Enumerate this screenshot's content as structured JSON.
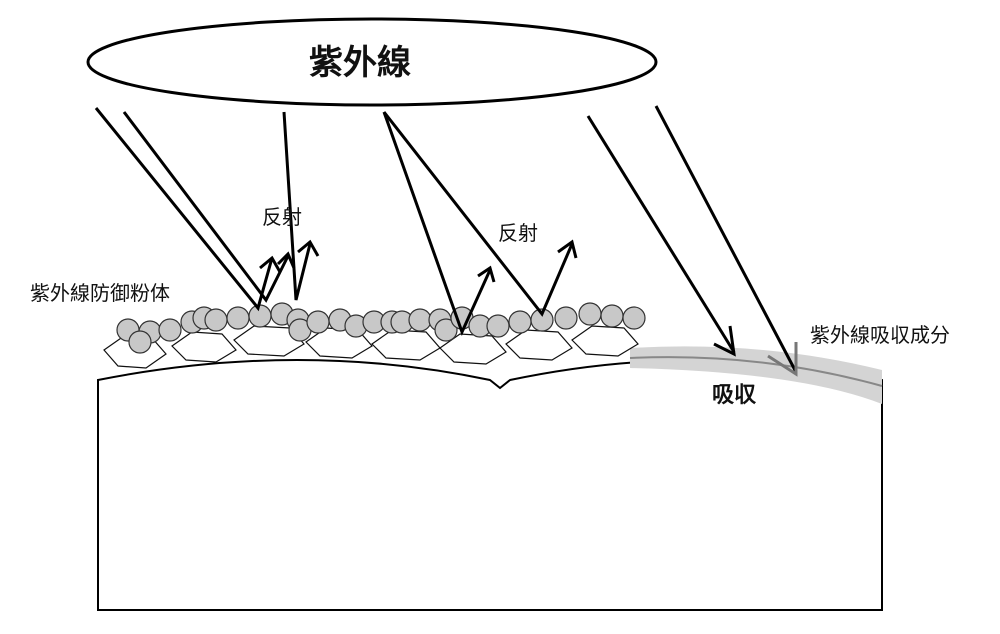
{
  "labels": {
    "uv_title": "紫外線",
    "reflect_left": "反射",
    "reflect_right": "反射",
    "uv_protection_powder": "紫外線防御粉体",
    "uv_absorber": "紫外線吸収成分",
    "absorption": "吸収"
  },
  "colors": {
    "line": "#000000",
    "particle_fill": "#c8c8c8",
    "absorber_layer": "#d4d4d4"
  }
}
